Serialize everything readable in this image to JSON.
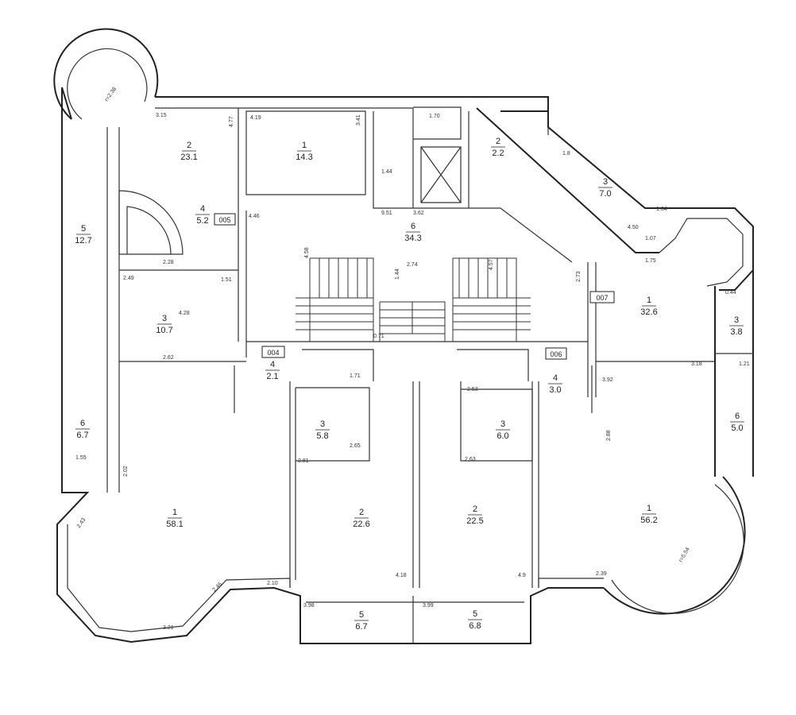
{
  "plan": {
    "rooms": [
      {
        "num": "2",
        "area": "23.1"
      },
      {
        "num": "1",
        "area": "14.3"
      },
      {
        "num": "4",
        "area": "5.2"
      },
      {
        "num": "5",
        "area": "12.7"
      },
      {
        "num": "3",
        "area": "10.7"
      },
      {
        "num": "6",
        "area": "34.3"
      },
      {
        "num": "2",
        "area": "2.2"
      },
      {
        "num": "3",
        "area": "7.0"
      },
      {
        "num": "1",
        "area": "32.6"
      },
      {
        "num": "3",
        "area": "3.8"
      },
      {
        "num": "4",
        "area": "2.1"
      },
      {
        "num": "4",
        "area": "3.0"
      },
      {
        "num": "3",
        "area": "5.8"
      },
      {
        "num": "3",
        "area": "6.0"
      },
      {
        "num": "6",
        "area": "6.7"
      },
      {
        "num": "6",
        "area": "5.0"
      },
      {
        "num": "1",
        "area": "58.1"
      },
      {
        "num": "2",
        "area": "22.6"
      },
      {
        "num": "2",
        "area": "22.5"
      },
      {
        "num": "1",
        "area": "56.2"
      },
      {
        "num": "5",
        "area": "6.7"
      },
      {
        "num": "5",
        "area": "6.8"
      }
    ],
    "unit_tags": [
      "005",
      "004",
      "007",
      "006"
    ],
    "radii": [
      "r=2.38",
      "r=5.54"
    ],
    "dimensions": [
      "3.15",
      "4.77",
      "4.19",
      "3.41",
      "1.44",
      "9.51",
      "4.46",
      "2.28",
      "2.49",
      "4.28",
      "2.62",
      "1.51",
      "2.74",
      "4.57",
      "4.58",
      "1.8",
      "1.75",
      "1.07",
      "4.50",
      "1.64",
      "1.44",
      "2.73",
      "0.44",
      "3.18",
      "1.21",
      "3.92",
      "2.88",
      "1.55",
      "2.02",
      "2.43",
      "3.21",
      "2.46",
      "2.10",
      "2.81",
      "2.65",
      "4.18",
      "3.98",
      "3.99",
      "4.9",
      "2.39",
      "2.53",
      "2.63",
      "0.71",
      "1.71",
      "1.70",
      "3.62"
    ]
  }
}
